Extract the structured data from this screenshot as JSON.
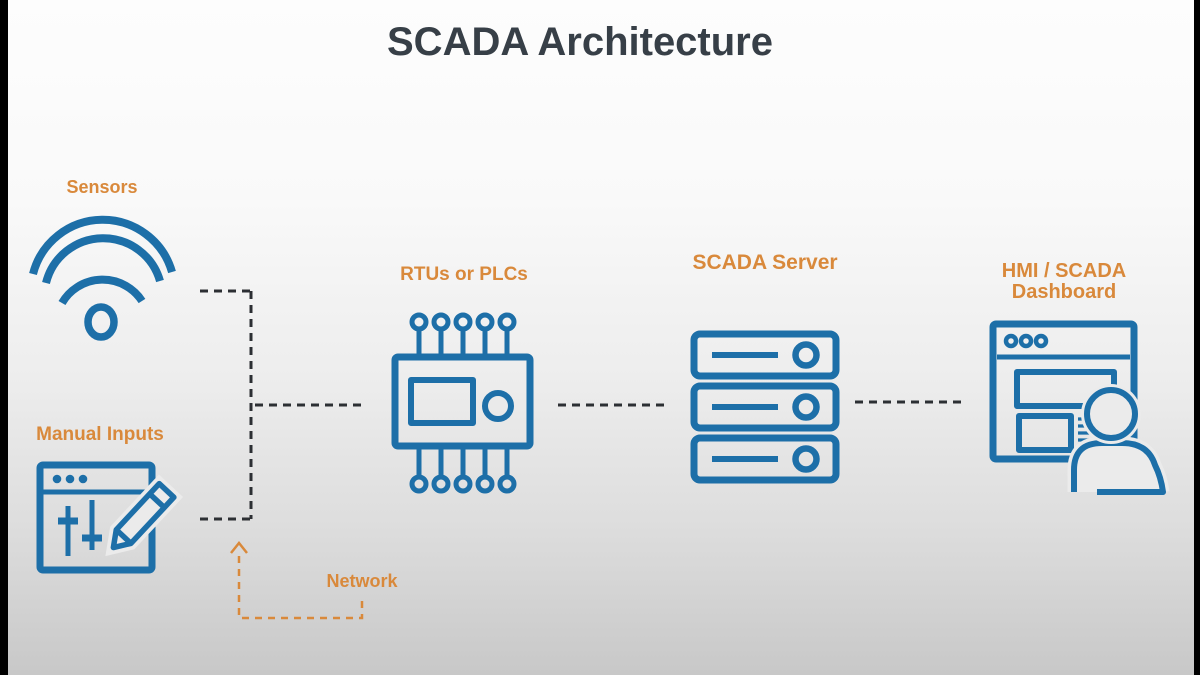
{
  "title": "SCADA Architecture",
  "labels": {
    "sensors": "Sensors",
    "manual_inputs": "Manual Inputs",
    "rtu": "RTUs or PLCs",
    "server": "SCADA Server",
    "hmi_line1": "HMI / SCADA",
    "hmi_line2": "Dashboard",
    "network": "Network"
  },
  "icons": {
    "sensors": "wifi-icon",
    "manual_inputs": "window-sliders-pencil-icon",
    "rtu": "plc-controller-icon",
    "server": "server-stack-icon",
    "hmi": "dashboard-window-icon",
    "user": "person-icon",
    "network_arrow": "up-arrow-icon"
  },
  "colors": {
    "icon_blue": "#1d6fa8",
    "label_orange": "#d9893b",
    "title_dark": "#373f47",
    "connector_dark": "#2c2f33",
    "letterbox_black": "#000000"
  }
}
